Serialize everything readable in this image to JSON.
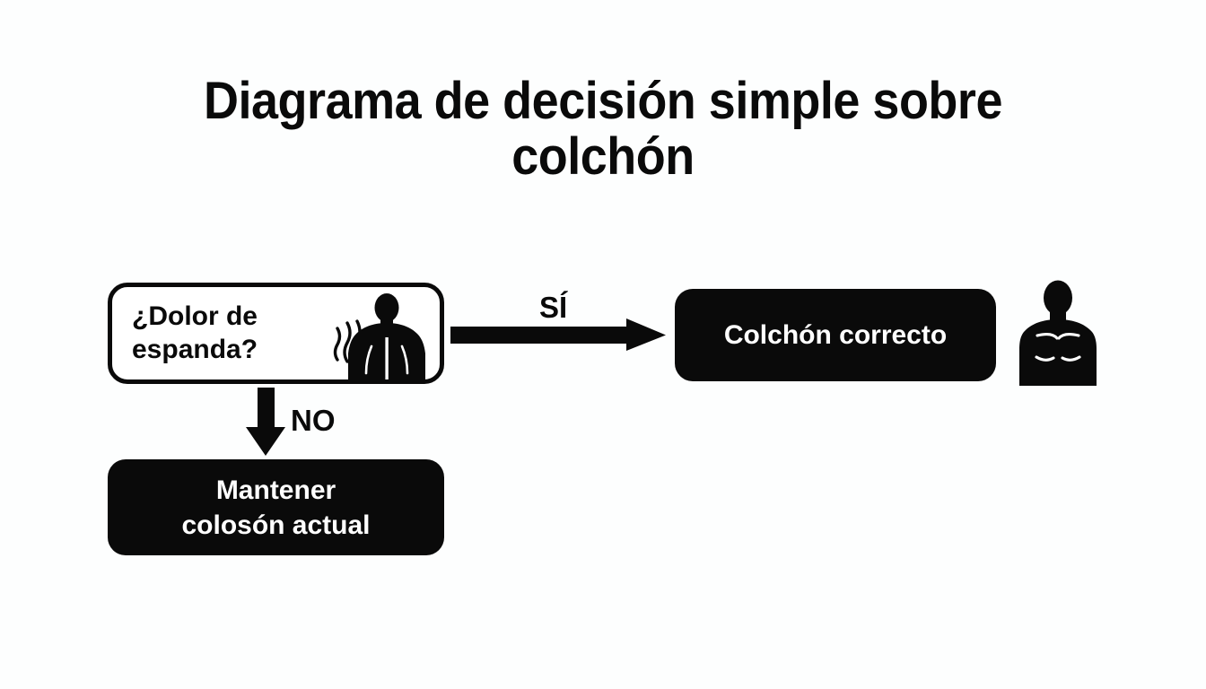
{
  "page": {
    "background_color": "#fdfefe",
    "ink_color": "#0a0a0a",
    "text_on_dark_color": "#ffffff"
  },
  "title": "Diagrama de decisión simple sobre\ncolchón",
  "diagram": {
    "type": "flowchart",
    "nodes": [
      {
        "id": "decision",
        "shape": "rounded-rect-outline",
        "label": "¿Dolor de\nespanda?",
        "style": "white fill, thick black border",
        "icon": "person-back-pain-icon"
      },
      {
        "id": "keep-mattress",
        "shape": "rounded-rect-filled",
        "label": "Mantener\ncolosón actual",
        "style": "solid black fill, white text"
      },
      {
        "id": "correct-mattress",
        "shape": "rounded-rect-filled",
        "label": "Colchón correcto",
        "style": "solid black fill, white text",
        "icon": "person-torso-front-icon"
      }
    ],
    "edges": [
      {
        "id": "edge-yes",
        "from": "decision",
        "to": "correct-mattress",
        "label": "SÍ",
        "direction": "right"
      },
      {
        "id": "edge-no",
        "from": "decision",
        "to": "keep-mattress",
        "label": "NO",
        "direction": "down"
      }
    ]
  },
  "icons": {
    "person_back_pain": "person-back-pain-icon",
    "person_torso_front": "person-torso-front-icon",
    "arrow_right": "arrow-right-icon",
    "arrow_down": "arrow-down-icon"
  }
}
